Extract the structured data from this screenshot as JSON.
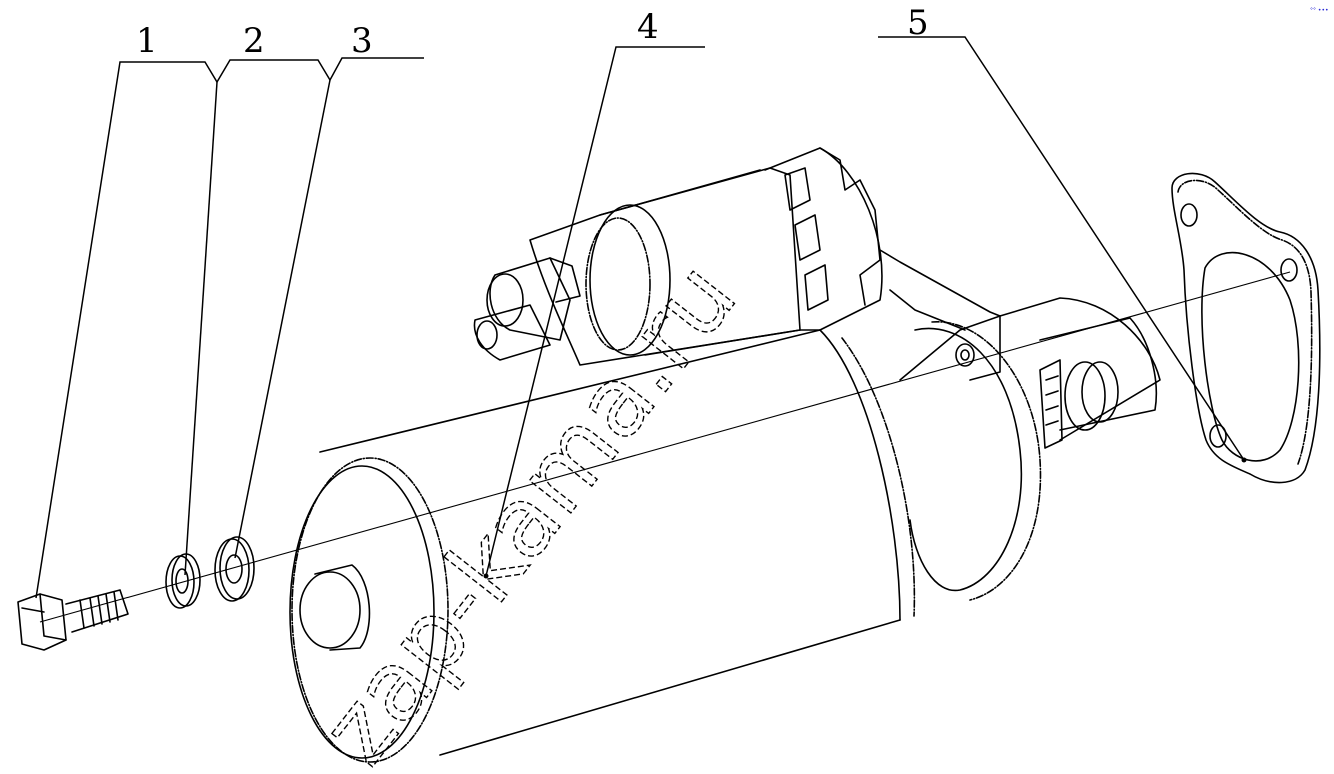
{
  "callouts": [
    {
      "id": "bolt",
      "label": "1"
    },
    {
      "id": "spring-washer",
      "label": "2"
    },
    {
      "id": "flat-washer",
      "label": "3"
    },
    {
      "id": "starter",
      "label": "4"
    },
    {
      "id": "gasket",
      "label": "5"
    }
  ],
  "watermark": "zap-kama.ru",
  "corner_mark": "°° •••"
}
